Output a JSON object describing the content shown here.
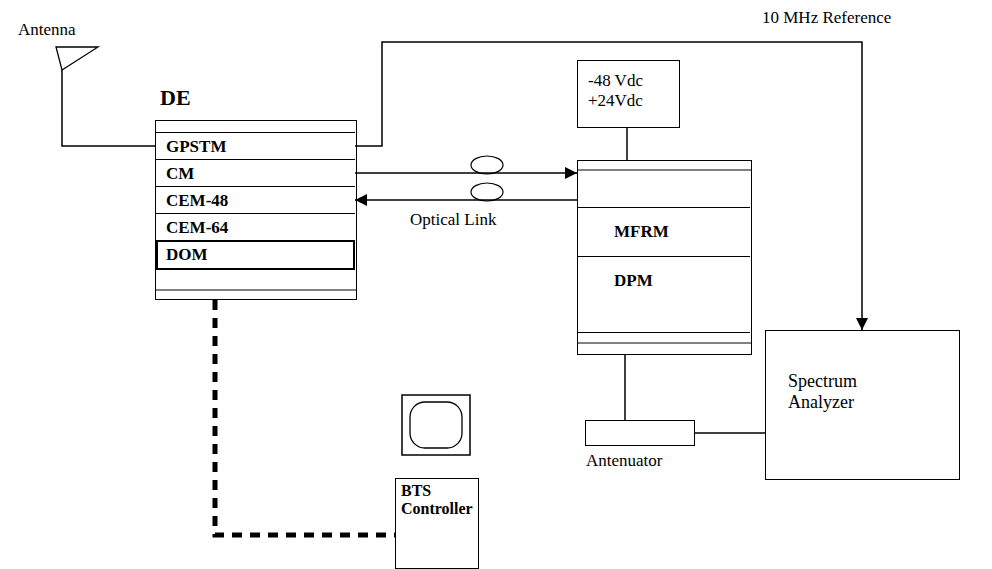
{
  "diagram": {
    "nodes": [
      {
        "text": [
          "DE"
        ]
      },
      {
        "text": [
          "GPSTM"
        ],
        "in": 0
      },
      {
        "text": [
          "CM"
        ],
        "in": 0
      },
      {
        "text": [
          "CEM-48"
        ],
        "in": 0
      },
      {
        "text": [
          "CEM-64"
        ],
        "in": 0
      },
      {
        "text": [
          "DOM"
        ],
        "in": 0
      },
      {
        "text": [
          "-48 Vdc +24Vdc"
        ]
      },
      {
        "text": []
      },
      {
        "text": [
          "MFRM"
        ],
        "in": 7
      },
      {
        "text": [
          "DPM"
        ],
        "in": 7
      },
      {
        "text": [
          "Antenuator"
        ]
      },
      {
        "text": [
          "Spectrum Analyzer"
        ]
      },
      {
        "text": [
          "BTS Controller"
        ]
      }
    ],
    "edges": [
      {
        "from": 2,
        "to": 7,
        "arrow": "to"
      },
      {
        "from": 7,
        "to": 3,
        "arrow": "to"
      },
      {
        "from": 1,
        "to": 11,
        "arrow": "to",
        "label": "10 MHz Reference"
      },
      {
        "from": 6,
        "to": 7,
        "arrow": "none"
      },
      {
        "from": 7,
        "to": 10,
        "arrow": "none"
      },
      {
        "from": 10,
        "to": 11,
        "arrow": "none"
      },
      {
        "from": 0,
        "to": 12,
        "arrow": "none"
      }
    ],
    "labels": [
      "Antenna",
      "Optical Link"
    ]
  }
}
